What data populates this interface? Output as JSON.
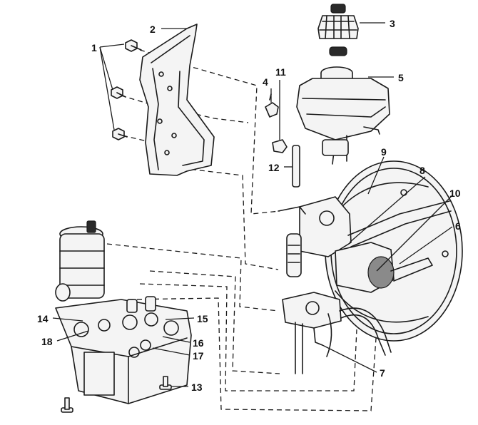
{
  "colors": {
    "ink": "#1a1a1a",
    "paper": "#ffffff",
    "shade": "#8a8a8a"
  },
  "callouts": [
    {
      "id": "1",
      "number": "1"
    },
    {
      "id": "2",
      "number": "2"
    },
    {
      "id": "3",
      "number": "3"
    },
    {
      "id": "4",
      "number": "4"
    },
    {
      "id": "5",
      "number": "5"
    },
    {
      "id": "6",
      "number": "6"
    },
    {
      "id": "7",
      "number": "7"
    },
    {
      "id": "8",
      "number": "8"
    },
    {
      "id": "9",
      "number": "9"
    },
    {
      "id": "10",
      "number": "10"
    },
    {
      "id": "11",
      "number": "11"
    },
    {
      "id": "12",
      "number": "12"
    },
    {
      "id": "13",
      "number": "13"
    },
    {
      "id": "14",
      "number": "14"
    },
    {
      "id": "15",
      "number": "15"
    },
    {
      "id": "16",
      "number": "16"
    },
    {
      "id": "17",
      "number": "17"
    },
    {
      "id": "18",
      "number": "18"
    }
  ]
}
